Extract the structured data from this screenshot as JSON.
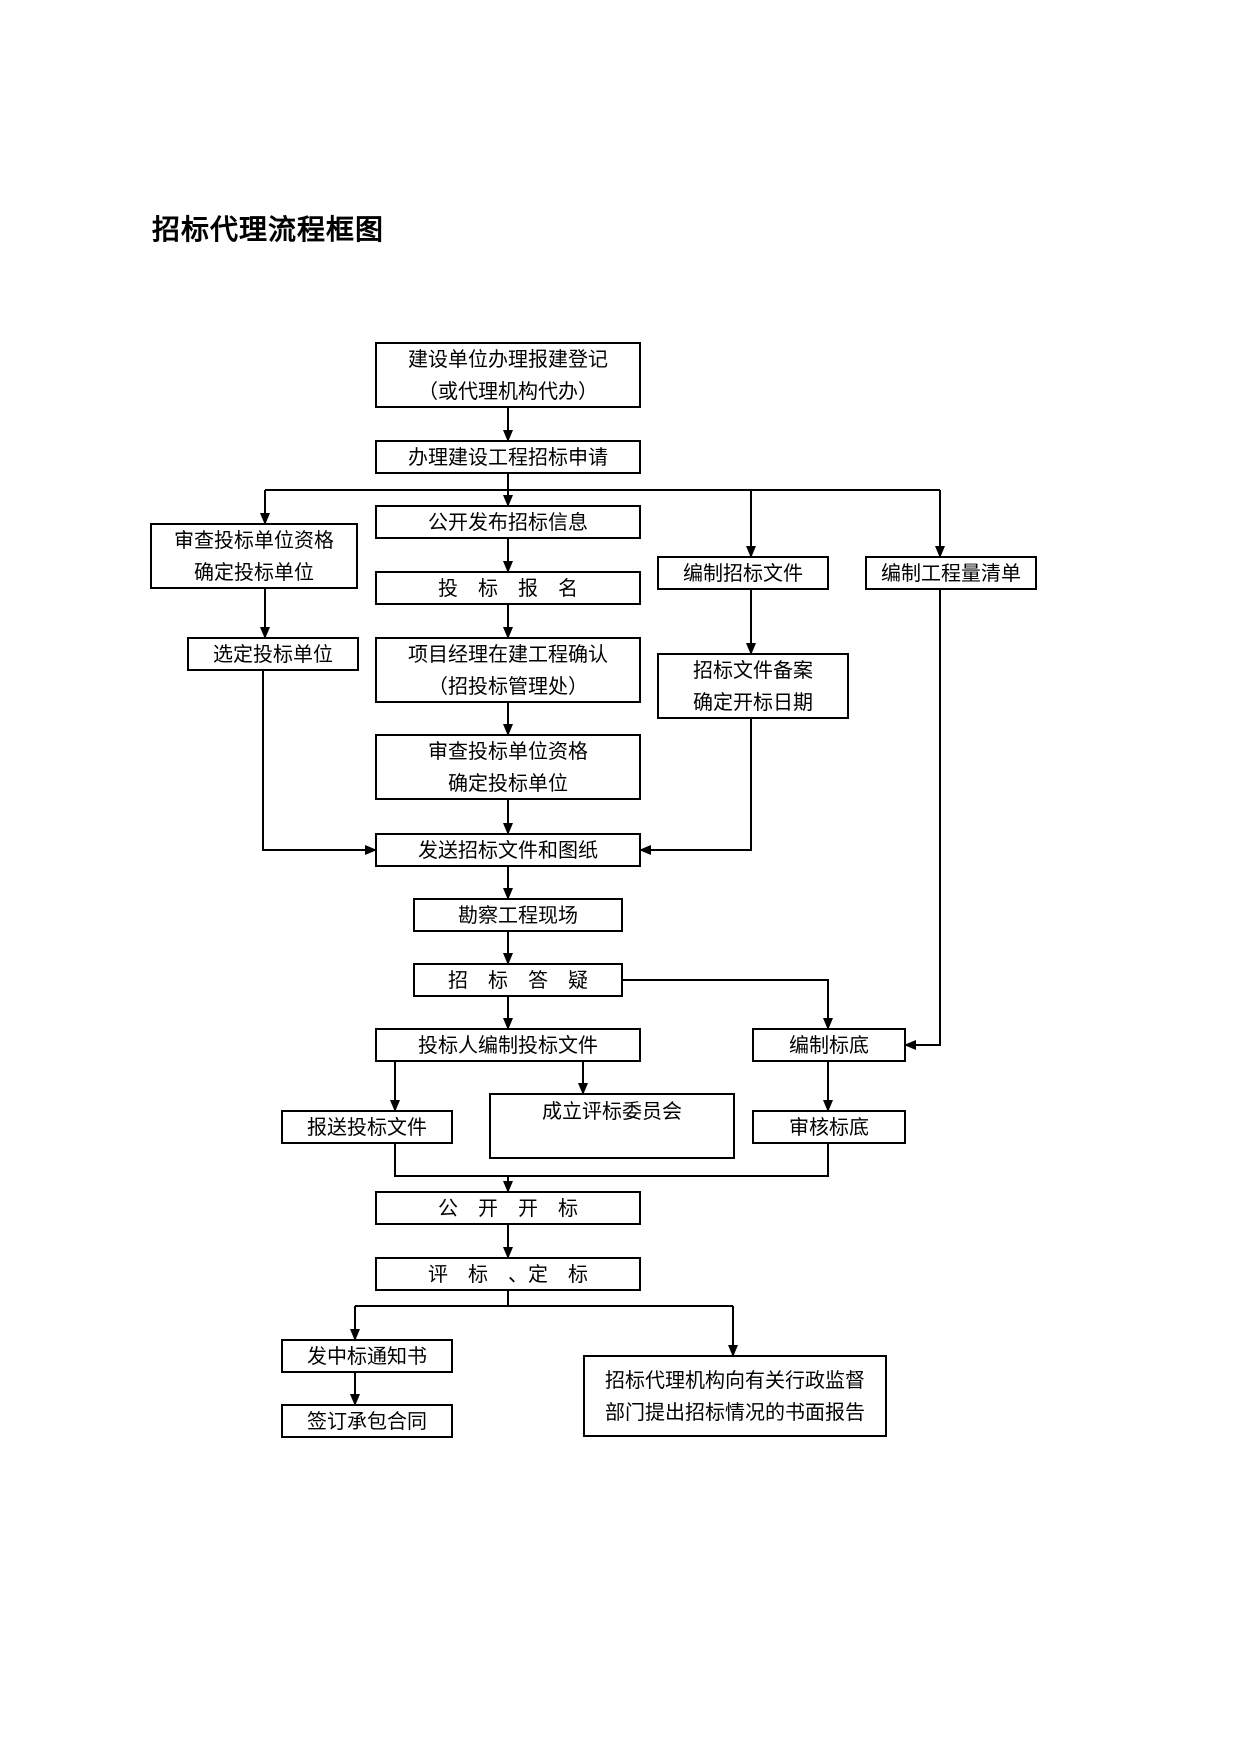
{
  "title": "招标代理流程框图",
  "nodes": [
    {
      "id": "register",
      "lines": [
        "建设单位办理报建登记",
        "（或代理机构代办）"
      ]
    },
    {
      "id": "apply",
      "lines": [
        "办理建设工程招标申请"
      ]
    },
    {
      "id": "qual-check-left",
      "lines": [
        "审查投标单位资格",
        "确定投标单位"
      ]
    },
    {
      "id": "publish",
      "lines": [
        "公开发布招标信息"
      ]
    },
    {
      "id": "prepare-docs",
      "lines": [
        "编制招标文件"
      ]
    },
    {
      "id": "bill-of-quantities",
      "lines": [
        "编制工程量清单"
      ]
    },
    {
      "id": "sign-up",
      "lines": [
        "投　标　报　名"
      ]
    },
    {
      "id": "select-bidders",
      "lines": [
        "选定投标单位"
      ]
    },
    {
      "id": "pm-confirm",
      "lines": [
        "项目经理在建工程确认",
        "（招投标管理处）"
      ]
    },
    {
      "id": "docs-filing",
      "lines": [
        "招标文件备案",
        "确定开标日期"
      ]
    },
    {
      "id": "qual-check-center",
      "lines": [
        "审查投标单位资格",
        "确定投标单位"
      ]
    },
    {
      "id": "send-docs",
      "lines": [
        "发送招标文件和图纸"
      ]
    },
    {
      "id": "site-survey",
      "lines": [
        "勘察工程现场"
      ]
    },
    {
      "id": "qa",
      "lines": [
        "招　标　答　疑"
      ]
    },
    {
      "id": "bidder-prepare",
      "lines": [
        "投标人编制投标文件"
      ]
    },
    {
      "id": "base-price",
      "lines": [
        "编制标底"
      ]
    },
    {
      "id": "submit-bid",
      "lines": [
        "报送投标文件"
      ]
    },
    {
      "id": "committee",
      "lines": [
        "成立评标委员会"
      ]
    },
    {
      "id": "audit-base",
      "lines": [
        "审核标底"
      ]
    },
    {
      "id": "open-bid",
      "lines": [
        "公　开　开　标"
      ]
    },
    {
      "id": "evaluate",
      "lines": [
        "评　标　、定　标"
      ]
    },
    {
      "id": "notice",
      "lines": [
        "发中标通知书"
      ]
    },
    {
      "id": "report",
      "lines": [
        "招标代理机构向有关行政监督",
        "部门提出招标情况的书面报告"
      ]
    },
    {
      "id": "contract",
      "lines": [
        "签订承包合同"
      ]
    }
  ]
}
